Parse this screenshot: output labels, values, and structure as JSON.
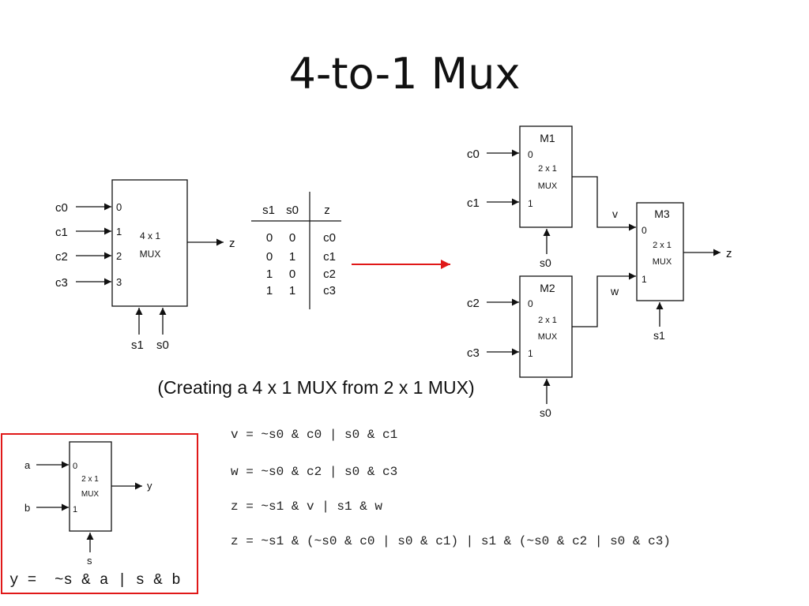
{
  "title": "4-to-1 Mux",
  "caption": "(Creating a 4 x 1 MUX from 2 x 1 MUX)",
  "colors": {
    "highlight": "#e01818",
    "ink": "#111111"
  },
  "mux4": {
    "inputs": [
      "c0",
      "c1",
      "c2",
      "c3"
    ],
    "ports": [
      "0",
      "1",
      "2",
      "3"
    ],
    "body_line1": "4 x 1",
    "body_line2": "MUX",
    "output": "z",
    "select": [
      "s1",
      "s0"
    ]
  },
  "truth_table": {
    "headers": [
      "s1",
      "s0",
      "z"
    ],
    "rows": [
      [
        "0",
        "0",
        "c0"
      ],
      [
        "0",
        "1",
        "c1"
      ],
      [
        "1",
        "0",
        "c2"
      ],
      [
        "1",
        "1",
        "c3"
      ]
    ]
  },
  "tree": {
    "m1": {
      "name": "M1",
      "inputs": [
        "c0",
        "c1"
      ],
      "ports": [
        "0",
        "1"
      ],
      "body_line1": "2 x 1",
      "body_line2": "MUX",
      "select": "s0"
    },
    "m2": {
      "name": "M2",
      "inputs": [
        "c2",
        "c3"
      ],
      "ports": [
        "0",
        "1"
      ],
      "body_line1": "2 x 1",
      "body_line2": "MUX",
      "select": "s0"
    },
    "m3": {
      "name": "M3",
      "ports": [
        "0",
        "1"
      ],
      "body_line1": "2 x 1",
      "body_line2": "MUX",
      "select": "s1",
      "output": "z"
    },
    "wire_v": "v",
    "wire_w": "w"
  },
  "equations": [
    "v = ~s0 & c0 | s0 & c1",
    "w = ~s0 & c2 | s0 & c3",
    "z = ~s1 & v | s1 & w",
    "z = ~s1 & (~s0 & c0 | s0 & c1) | s1 & (~s0 & c2 | s0 & c3)"
  ],
  "mux2": {
    "inputs": [
      "a",
      "b"
    ],
    "ports": [
      "0",
      "1"
    ],
    "body_line1": "2 x 1",
    "body_line2": "MUX",
    "output": "y",
    "select": "s",
    "equation": "y =  ~s & a | s & b"
  }
}
